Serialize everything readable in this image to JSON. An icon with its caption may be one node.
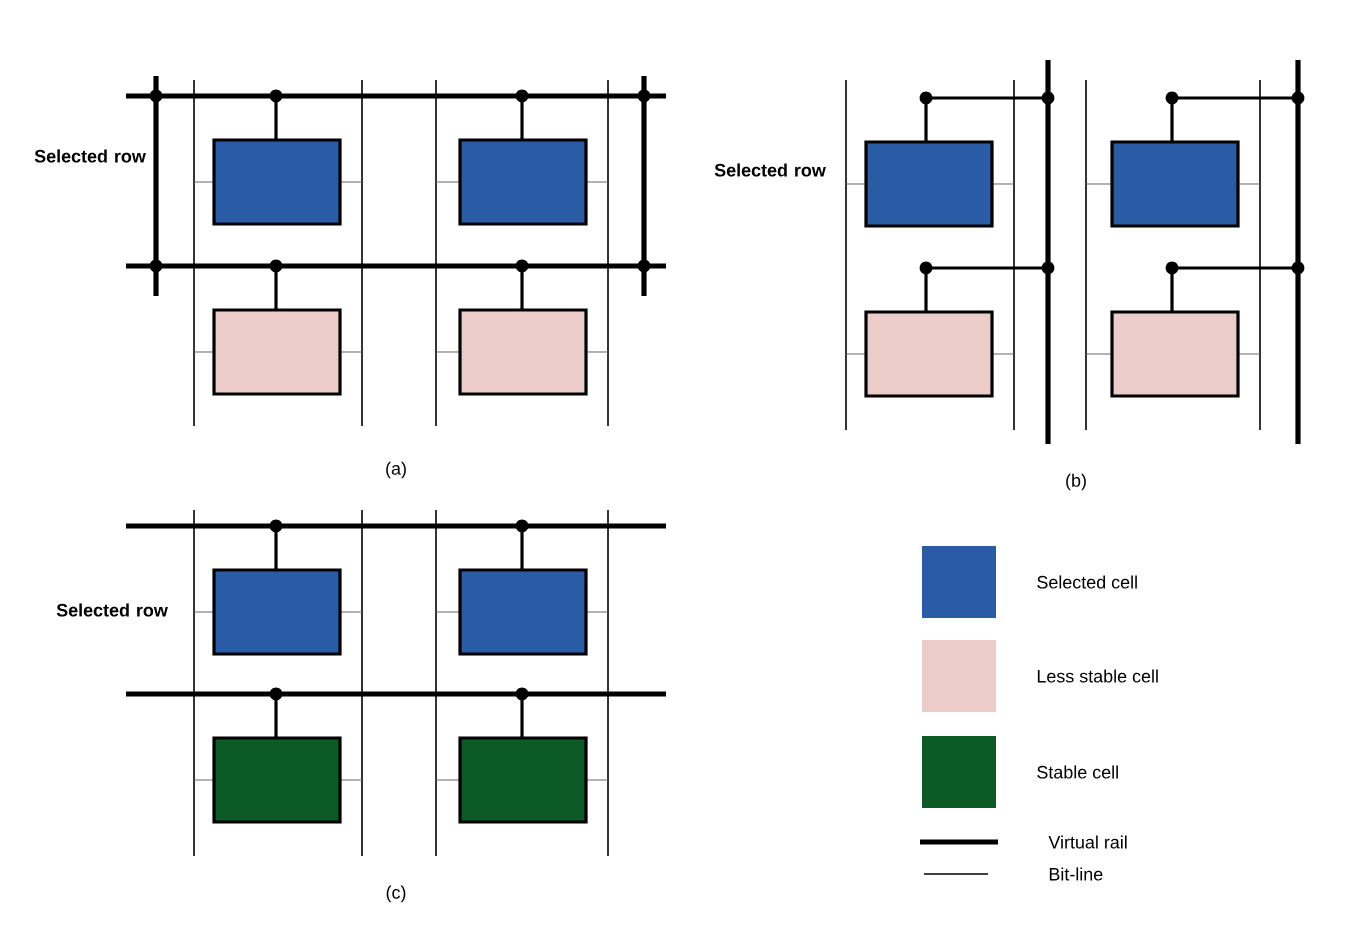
{
  "diagram": {
    "labels": [
      "Selected row",
      "(a)",
      "Selected row",
      "(b)",
      "Selected row",
      "(c)"
    ],
    "legend": [
      {
        "text": "Selected cell",
        "color": "#2a5ca5"
      },
      {
        "text": "Less stable cell",
        "color": "#ecccc9"
      },
      {
        "text": "Stable cell",
        "color": "#0c5a26"
      },
      {
        "text": "Virtual rail"
      },
      {
        "text": "Bit-line"
      }
    ]
  }
}
